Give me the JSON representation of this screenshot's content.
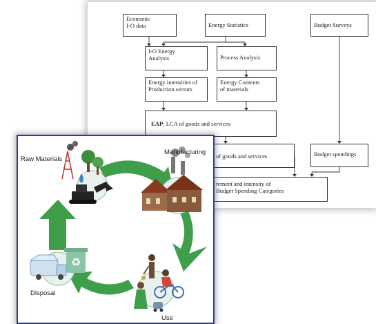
{
  "flowchart": {
    "economic_io": [
      "Economic",
      "I-O data"
    ],
    "energy_statistics": "Energy Statistics",
    "budget_surveys": "Budget Surveys",
    "io_energy_analysis": [
      "I-O Energy",
      "Analysis"
    ],
    "process_analysis": "Process Analysis",
    "energy_intensities": [
      "Energy intensities of",
      "Production sectors"
    ],
    "energy_contents": [
      "Energy Contents",
      "of materials"
    ],
    "eap_prefix": "EAP",
    "eap_rest": ": LCA of goods and services",
    "goods_services_partial": "of goods and services",
    "budget_spendings": "Budget spendings",
    "requirement_partial": [
      "rement and intensity of",
      "Budget Spending Categories"
    ]
  },
  "lifecycle": {
    "raw_materials": "Raw Materials",
    "manufacturing": "Manufacturing",
    "use": "Use",
    "disposal": "Disposal"
  },
  "colors": {
    "arrow_green": "#3f9e4a",
    "card_border": "#2f3f7c"
  }
}
